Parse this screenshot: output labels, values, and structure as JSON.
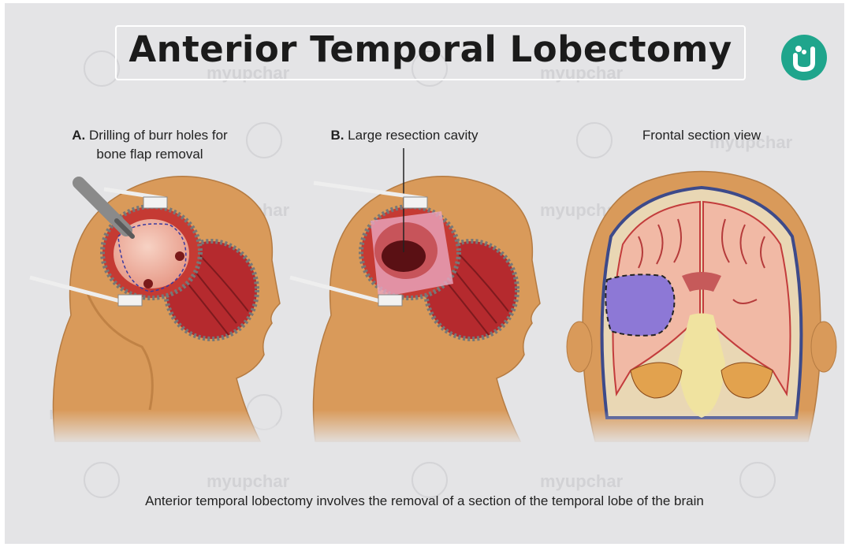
{
  "title": "Anterior Temporal Lobectomy",
  "watermark": "myupchar",
  "logo_icon": "myupchar-logo-icon",
  "panels": [
    {
      "letter": "A.",
      "label_line1": "Drilling of burr holes for",
      "label_line2": "bone flap removal"
    },
    {
      "letter": "B.",
      "label_line1": "Large resection cavity"
    },
    {
      "label_line1": "Frontal section view"
    }
  ],
  "caption": "Anterior temporal lobectomy involves the removal of a section of the temporal lobe of the brain",
  "colors": {
    "background": "#e4e4e6",
    "skin": "#d99a5a",
    "brain": "#f1b9a5",
    "muscle": "#b52a2e",
    "resected_region": "#8d78d6",
    "logo": "#1fa58c"
  }
}
